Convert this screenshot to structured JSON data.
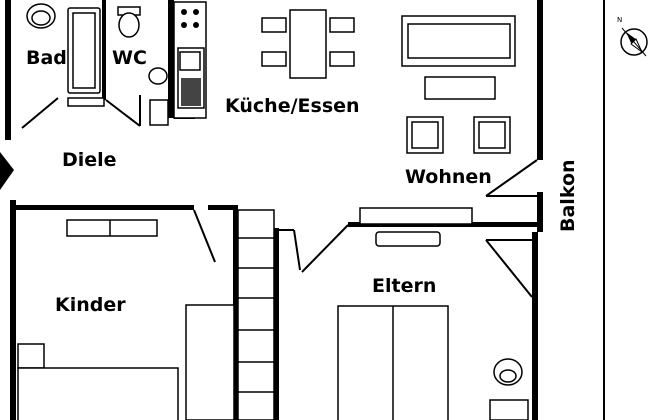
{
  "rooms": {
    "bad": "Bad",
    "wc": "WC",
    "kueche": "Küche/Essen",
    "diele": "Diele",
    "wohnen": "Wohnen",
    "balkon": "Balkon",
    "kinder": "Kinder",
    "eltern": "Eltern"
  },
  "compass": {
    "north": "N"
  },
  "colors": {
    "ink": "#000000",
    "paper": "#ffffff"
  }
}
